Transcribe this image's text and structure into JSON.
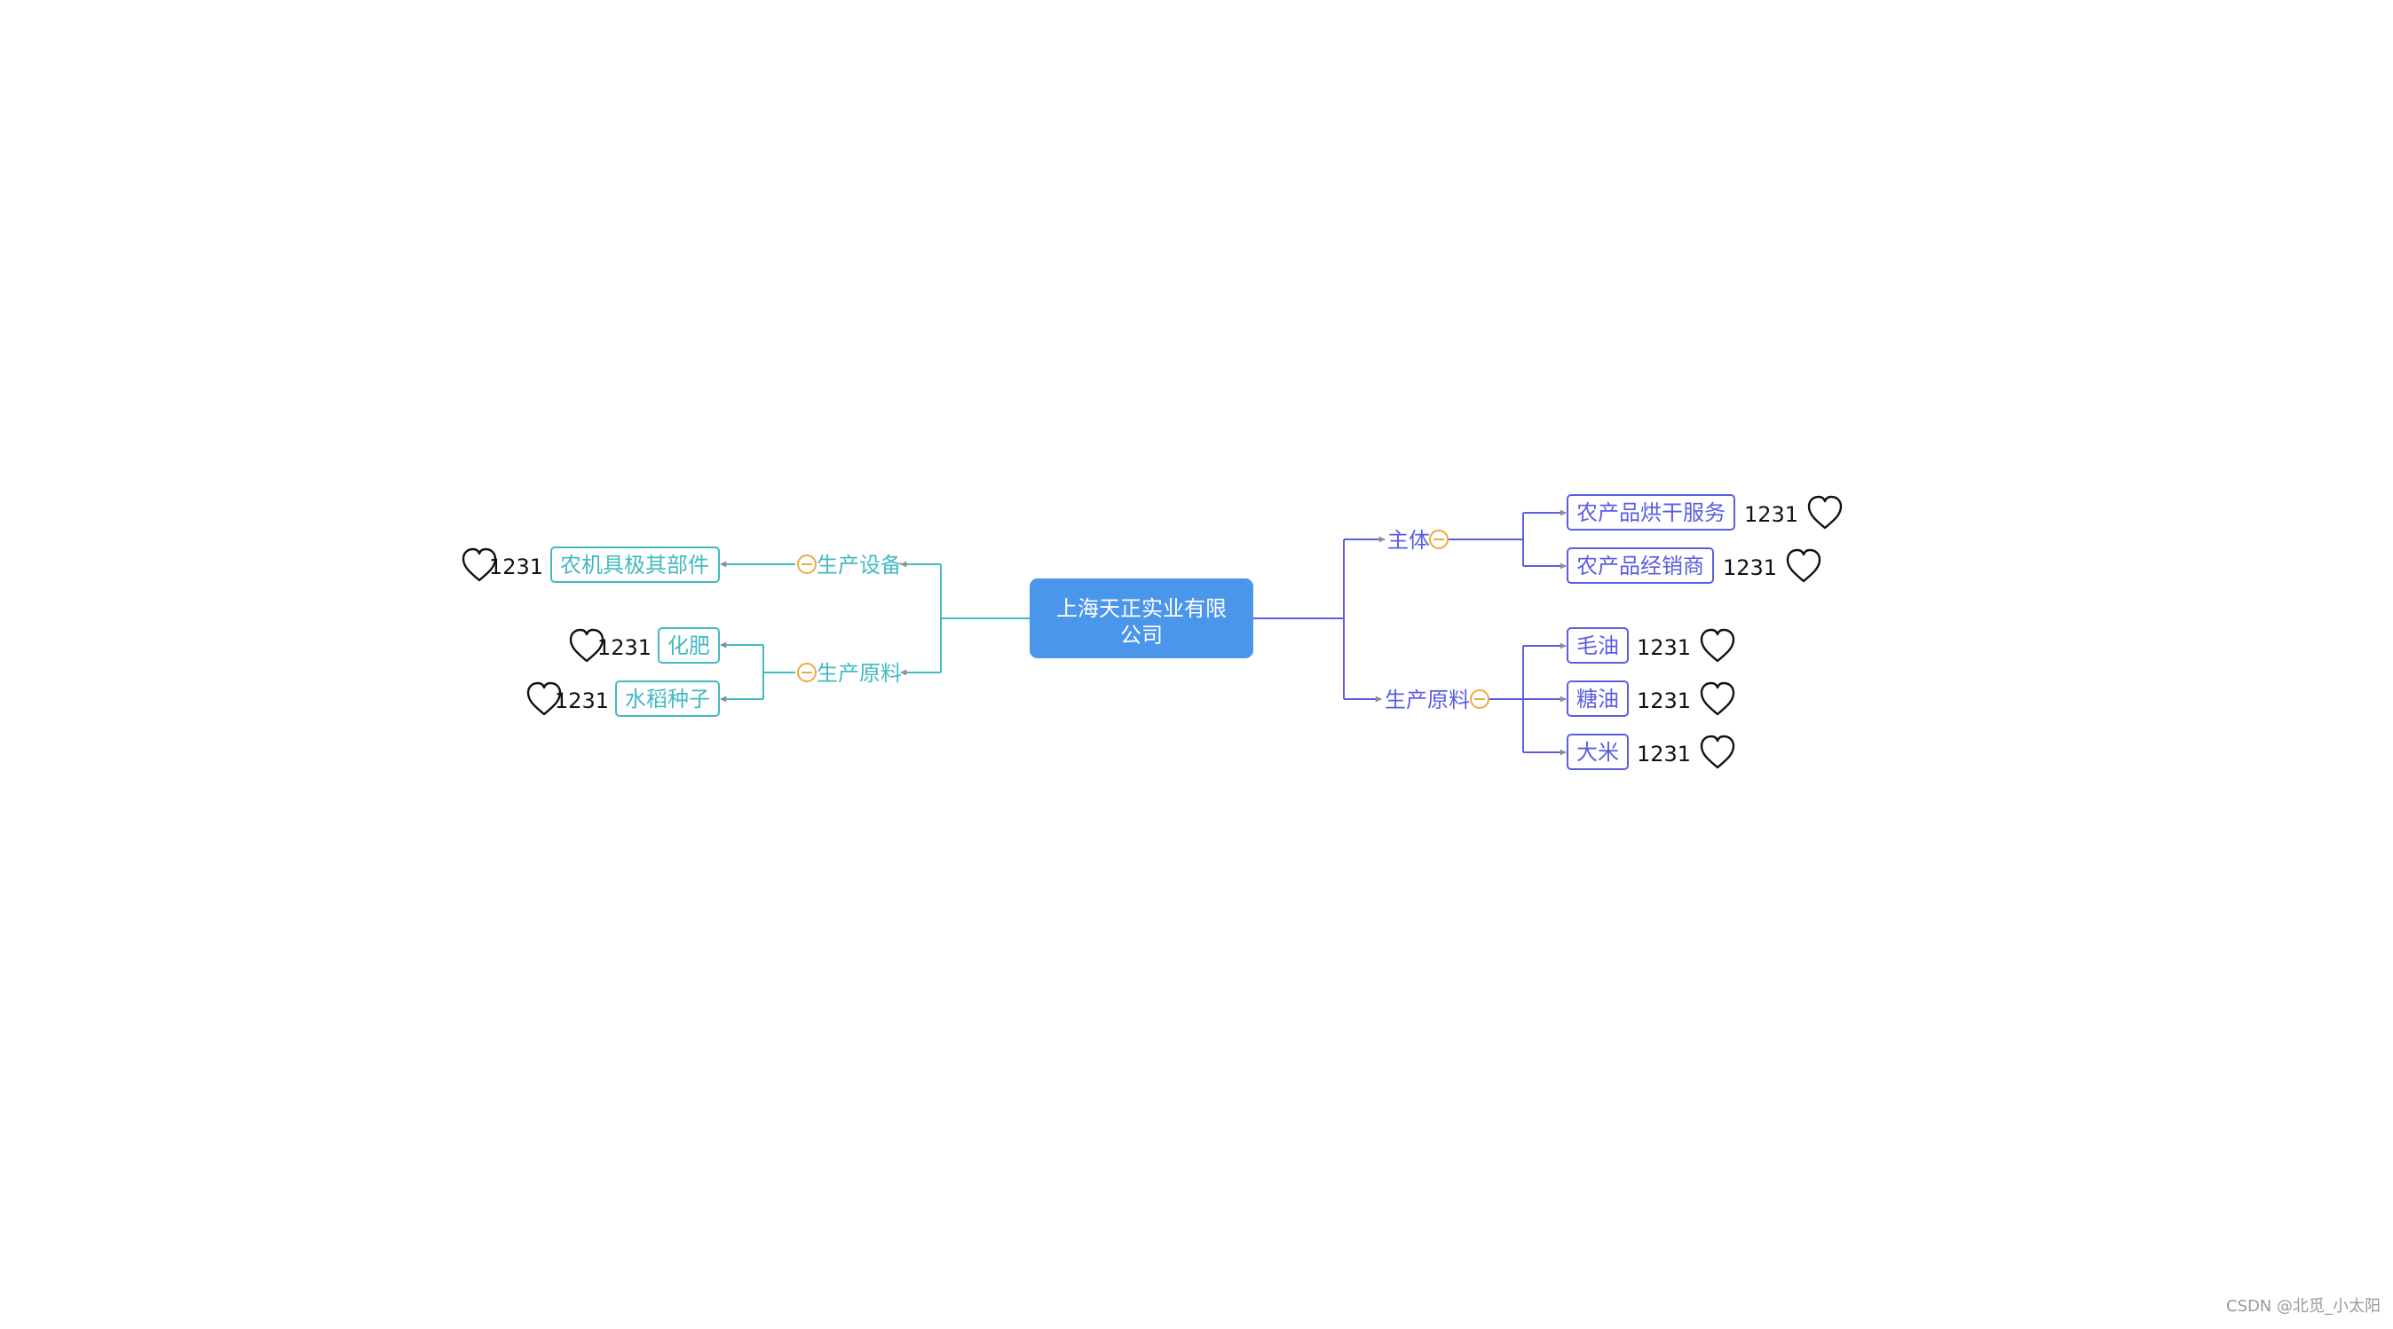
{
  "colors": {
    "root_fill": "#4a96ea",
    "left_branch": "#43b9c3",
    "right_branch": "#5a5ee0",
    "arrow_gray": "#8e8e8e",
    "collapse_icon": "#f0a83c",
    "count_text": "#111111",
    "heart_stroke": "#111111"
  },
  "root": {
    "label_line1": "上海天正实业有限",
    "label_line2": "公司"
  },
  "left": {
    "groups": [
      {
        "label": "生产设备",
        "leaves": [
          {
            "label": "农机具极其部件",
            "count": "1231",
            "icon": "heart-outline-icon"
          }
        ]
      },
      {
        "label": "生产原料",
        "leaves": [
          {
            "label": "化肥",
            "count": "1231",
            "icon": "heart-outline-icon"
          },
          {
            "label": "水稻种子",
            "count": "1231",
            "icon": "heart-outline-icon"
          }
        ]
      }
    ]
  },
  "right": {
    "groups": [
      {
        "label": "主体",
        "leaves": [
          {
            "label": "农产品烘干服务",
            "count": "1231",
            "icon": "heart-outline-icon"
          },
          {
            "label": "农产品经销商",
            "count": "1231",
            "icon": "heart-outline-icon"
          }
        ]
      },
      {
        "label": "生产原料",
        "leaves": [
          {
            "label": "毛油",
            "count": "1231",
            "icon": "heart-outline-icon"
          },
          {
            "label": "糖油",
            "count": "1231",
            "icon": "heart-outline-icon"
          },
          {
            "label": "大米",
            "count": "1231",
            "icon": "heart-outline-icon"
          }
        ]
      }
    ]
  },
  "watermark": "CSDN @北觅_小太阳"
}
